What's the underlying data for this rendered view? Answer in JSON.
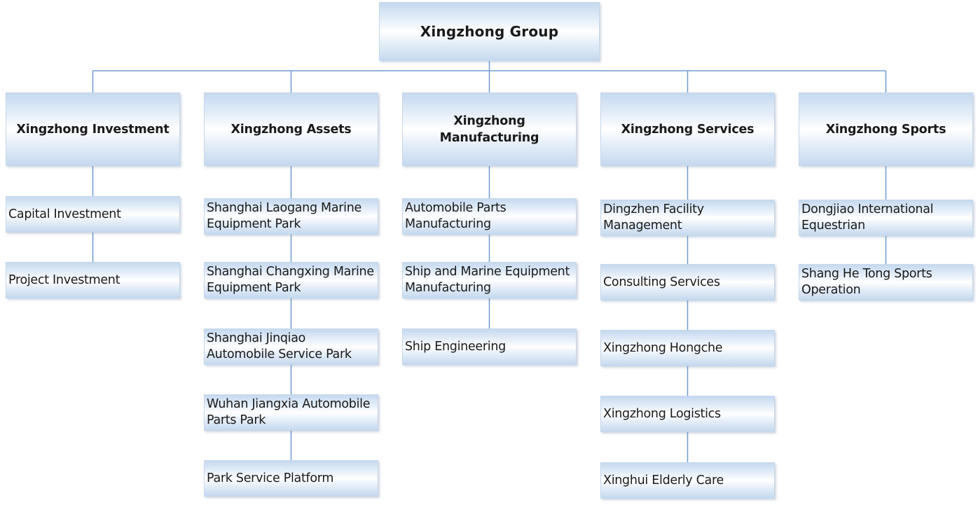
{
  "root": {
    "label": "Xingzhong Group"
  },
  "divisions": [
    {
      "label": "Xingzhong Investment",
      "children": [
        "Capital Investment",
        "Project Investment"
      ]
    },
    {
      "label": "Xingzhong Assets",
      "children": [
        "Shanghai Laogang Marine Equipment Park",
        "Shanghai Changxing Marine Equipment Park",
        "Shanghai Jinqiao Automobile Service Park",
        "Wuhan Jiangxia Automobile Parts Park",
        "Park Service Platform"
      ]
    },
    {
      "label": "Xingzhong Manufacturing",
      "children": [
        "Automobile Parts Manufacturing",
        "Ship and Marine Equipment Manufacturing",
        "Ship Engineering"
      ]
    },
    {
      "label": "Xingzhong Services",
      "children": [
        "Dingzhen Facility Management",
        "Consulting Services",
        "Xingzhong Hongche",
        "Xingzhong Logistics",
        "Xinghui Elderly Care"
      ]
    },
    {
      "label": "Xingzhong Sports",
      "children": [
        "Dongjiao International Equestrian",
        "Shang He Tong Sports Operation"
      ]
    }
  ],
  "colors": {
    "connector": "#6f9bd1",
    "box_edge": "#c5d9ef",
    "box_mid": "#ffffff",
    "text": "#1a1a1a"
  }
}
